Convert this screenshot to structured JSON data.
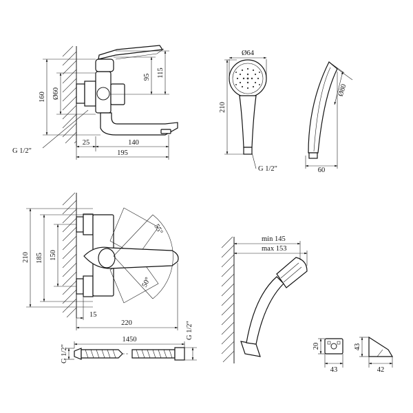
{
  "dims": {
    "side": {
      "h115": "115",
      "h95": "95",
      "h160": "160",
      "d60": "Ø60",
      "thread": "G 1/2\"",
      "w25": "25",
      "w140": "140",
      "w195": "195"
    },
    "showerhead": {
      "d64": "Ø64",
      "h210": "210",
      "thread": "G 1/2\"",
      "w60": "60",
      "d80": "Ø80"
    },
    "front": {
      "h210": "210",
      "h185": "185",
      "h150": "150",
      "a55": "55°",
      "a50": "50°",
      "w15": "15",
      "w220": "220"
    },
    "hose": {
      "len": "1450",
      "threadL": "G 1/2\"",
      "threadR": "G 1/2\""
    },
    "holder": {
      "min": "min 145",
      "max": "max 153"
    },
    "bracket": {
      "h20": "20",
      "w43a": "43",
      "h43": "43",
      "w42": "42"
    }
  }
}
